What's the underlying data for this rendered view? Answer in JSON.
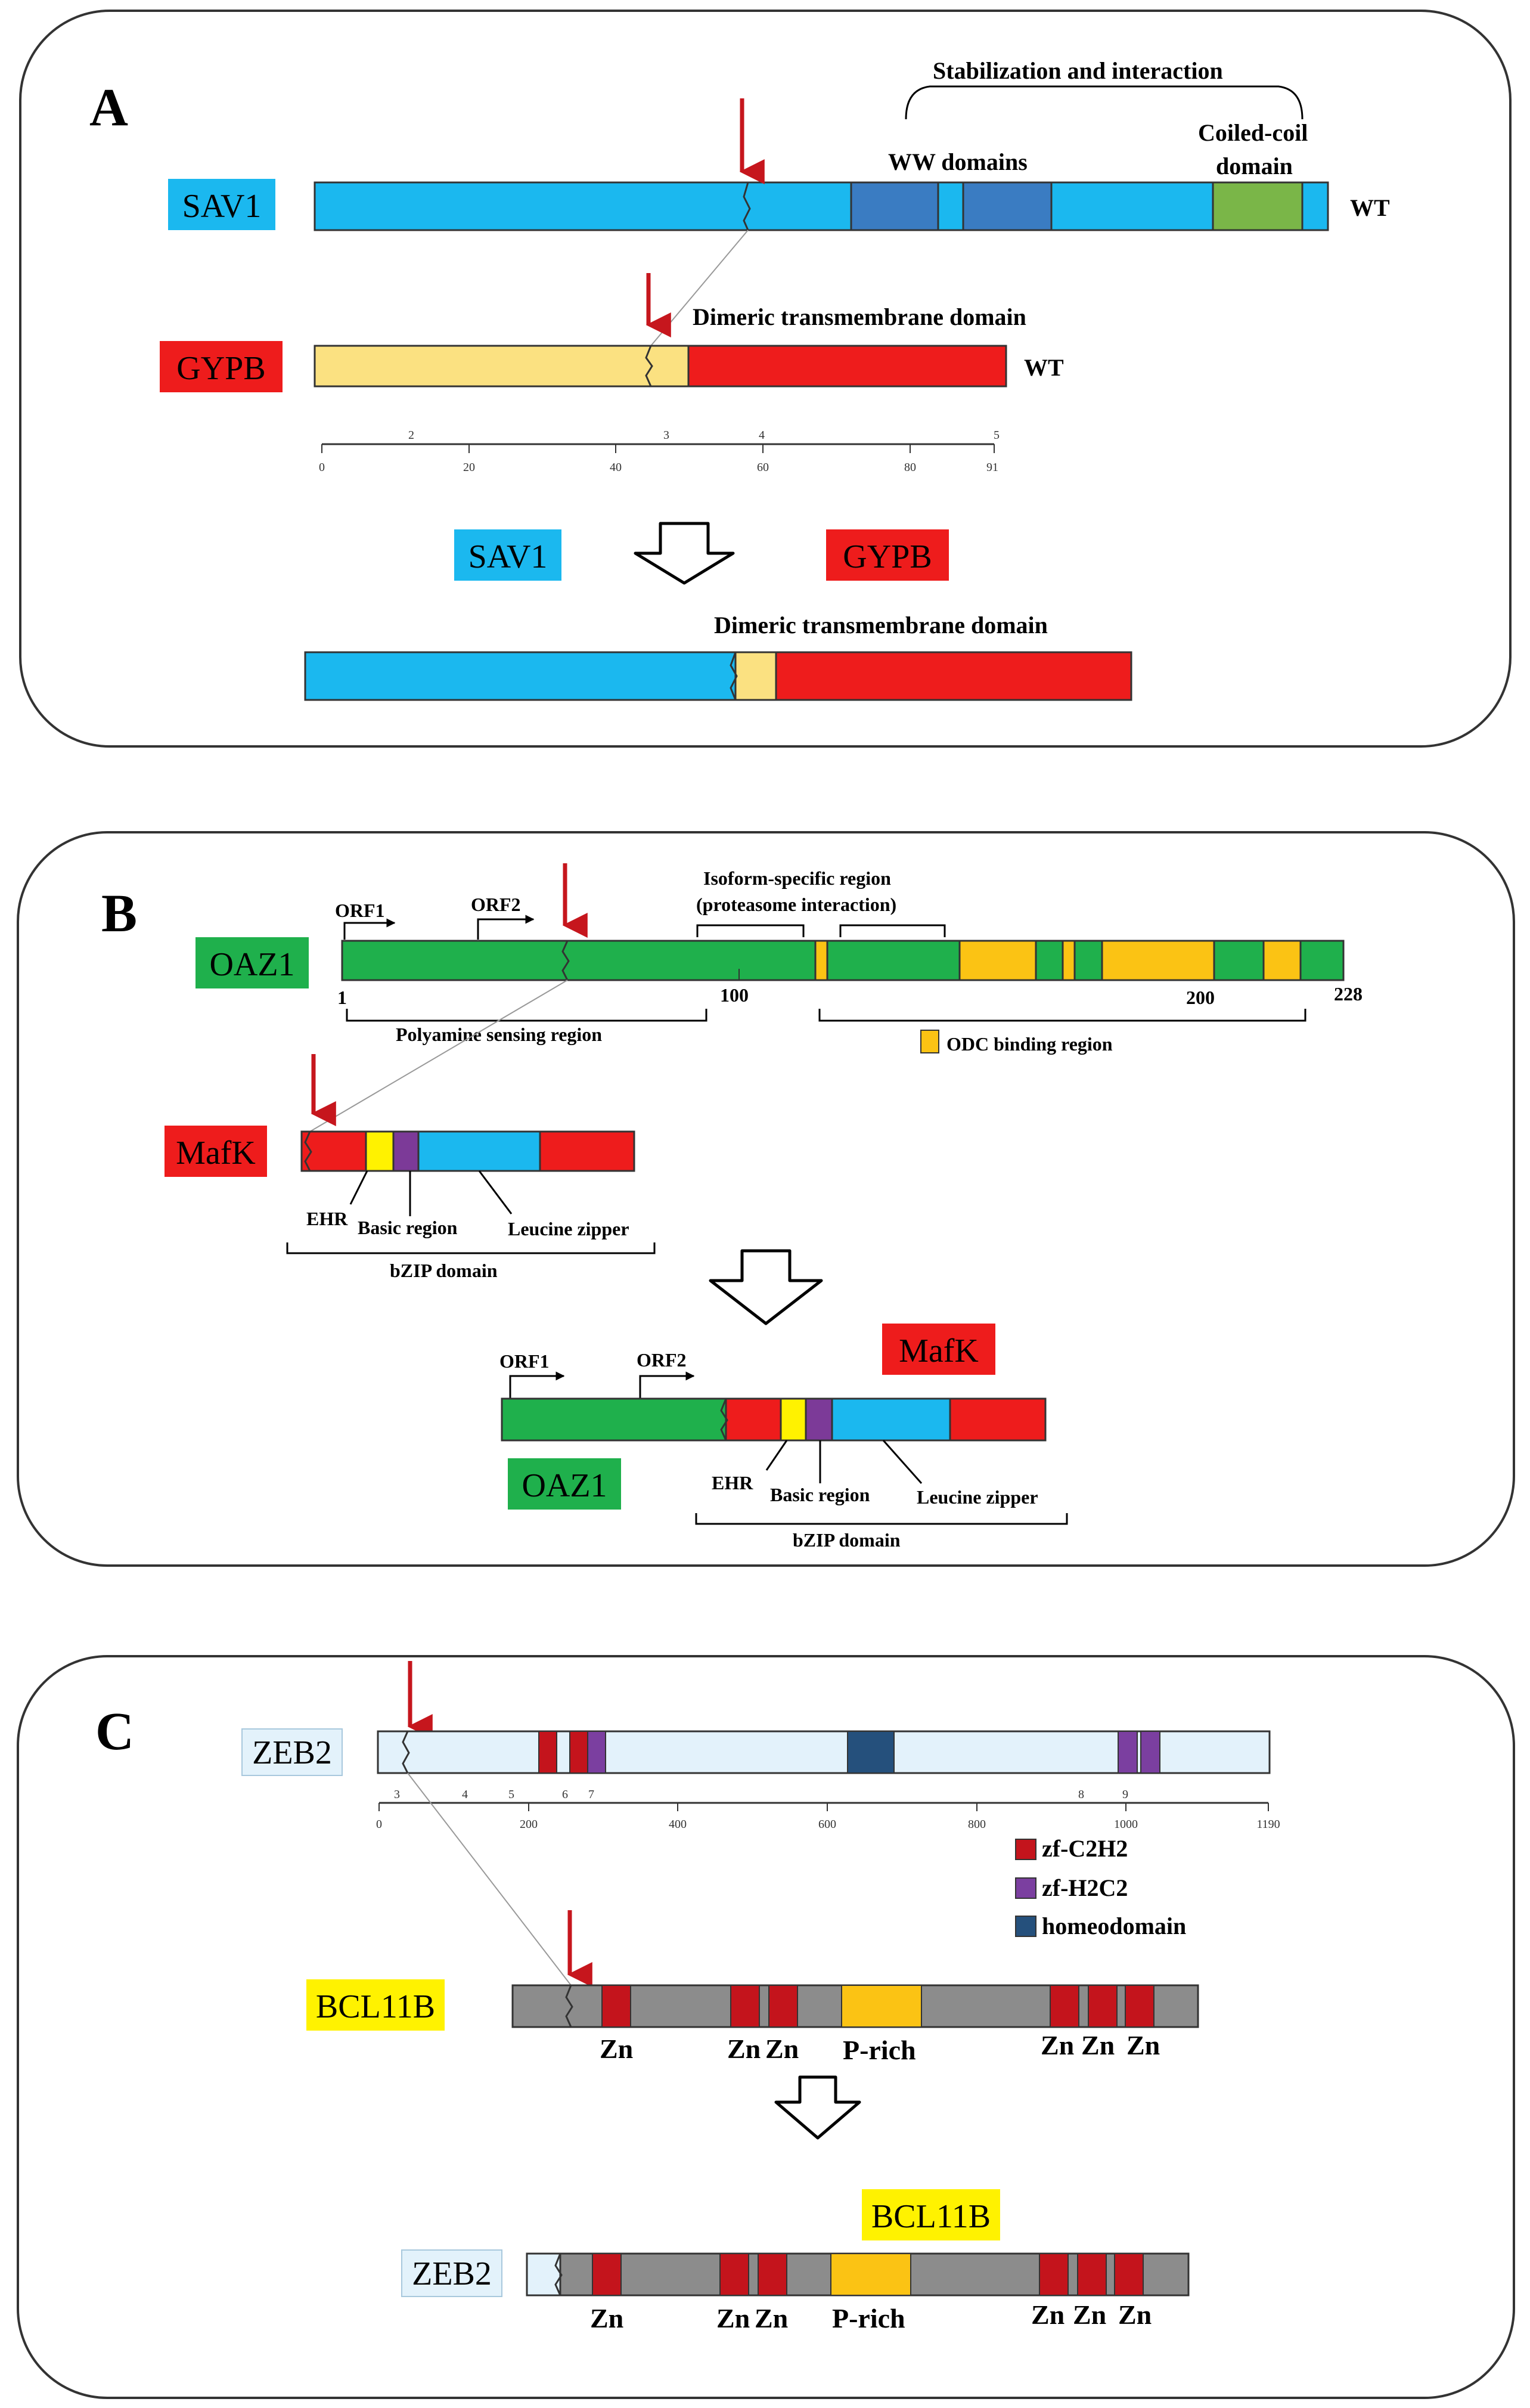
{
  "panels": [
    {
      "letter": "A"
    },
    {
      "letter": "B"
    },
    {
      "letter": "C"
    }
  ],
  "colors": {
    "sav1": "#1bb8ef",
    "ww_domain": "#3a7cc2",
    "coiled_coil": "#7ab648",
    "gypb_n": "#fbe181",
    "gypb_red": "#ee1c1c",
    "oaz1": "#1fb04c",
    "odc": "#fbc314",
    "mafk_red": "#ee1c1c",
    "mafk_yellow": "#fff200",
    "mafk_purple": "#7c3a98",
    "mafk_blue": "#1bb8ef",
    "zeb2": "#e3f2fb",
    "zf_c2h2": "#c4141c",
    "zf_h2c2": "#7b3fa0",
    "homeodomain": "#25507c",
    "bcl11b": "#8c8c8c",
    "bcl11b_label": "#fff200",
    "p_rich": "#fbc314",
    "arrow": "#c6161d"
  },
  "panelA": {
    "sav1_label": "SAV1",
    "stab_label": "Stabilization and interaction",
    "ww_label": "WW domains",
    "coiled_label_1": "Coiled-coil",
    "coiled_label_2": "domain",
    "wt1": "WT",
    "gypb_label": "GYPB",
    "dimeric_label": "Dimeric transmembrane domain",
    "wt2": "WT",
    "ruler_top": [
      "2",
      "3",
      "4",
      "5"
    ],
    "ruler_bottom": [
      "0",
      "20",
      "40",
      "60",
      "80",
      "91"
    ],
    "fusion_left": "SAV1",
    "fusion_right": "GYPB",
    "fusion_dimeric_label": "Dimeric transmembrane domain"
  },
  "panelB": {
    "oaz1_label": "OAZ1",
    "orf1": "ORF1",
    "orf2": "ORF2",
    "isoform_1": "Isoform-specific region",
    "isoform_2": "(proteasome interaction)",
    "pos_1": "1",
    "pos_100": "100",
    "pos_200": "200",
    "pos_228": "228",
    "polyamine": "Polyamine sensing region",
    "odc_binding": "ODC binding region",
    "mafk_label": "MafK",
    "ehr": "EHR",
    "basic": "Basic region",
    "leucine": "Leucine zipper",
    "bzip": "bZIP domain",
    "fusion_orf1": "ORF1",
    "fusion_orf2": "ORF2",
    "fusion_mafk": "MafK",
    "fusion_oaz1": "OAZ1",
    "fusion_ehr": "EHR",
    "fusion_basic": "Basic region",
    "fusion_leucine": "Leucine zipper",
    "fusion_bzip": "bZIP domain"
  },
  "panelC": {
    "zeb2_label": "ZEB2",
    "ruler_top": [
      "3",
      "4",
      "5",
      "6",
      "7",
      "8",
      "9"
    ],
    "ruler_bottom": [
      "0",
      "200",
      "400",
      "600",
      "800",
      "1000",
      "1190"
    ],
    "legend": [
      {
        "label": "zf-C2H2",
        "color": "#c4141c"
      },
      {
        "label": "zf-H2C2",
        "color": "#7b3fa0"
      },
      {
        "label": "homeodomain",
        "color": "#25507c"
      }
    ],
    "bcl11b_label": "BCL11B",
    "zn": "Zn",
    "p_rich": "P-rich",
    "fusion_bcl11b": "BCL11B",
    "fusion_zeb2": "ZEB2"
  }
}
